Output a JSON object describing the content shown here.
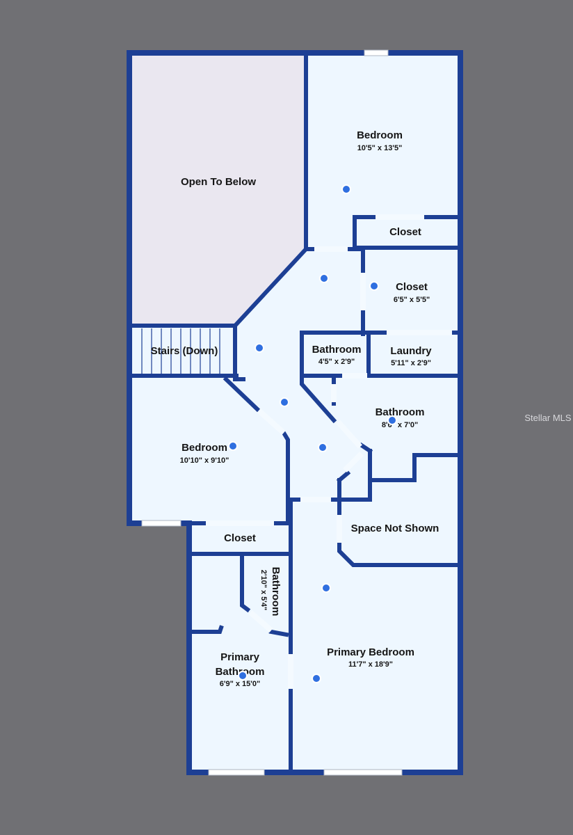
{
  "colors": {
    "background": "#707074",
    "floor": "#eef7ff",
    "open_area": "#eae7f0",
    "wall": "#1d3f94",
    "hotspot": "#2f6fe0"
  },
  "rooms": {
    "open_to_below": {
      "name": "Open To Below"
    },
    "bedroom_top": {
      "name": "Bedroom",
      "dims": "10'5\" x 13'5\""
    },
    "closet_top": {
      "name": "Closet"
    },
    "closet_mid": {
      "name": "Closet",
      "dims": "6'5\" x 5'5\""
    },
    "stairs": {
      "name": "Stairs (Down)"
    },
    "bathroom_small": {
      "name": "Bathroom",
      "dims": "4'5\" x 2'9\""
    },
    "laundry": {
      "name": "Laundry",
      "dims": "5'11\" x 2'9\""
    },
    "bathroom_mid": {
      "name": "Bathroom",
      "dims": "8'6\" x 7'0\""
    },
    "bedroom_left": {
      "name": "Bedroom",
      "dims": "10'10\" x 9'10\""
    },
    "space_not_shown": {
      "name": "Space Not Shown"
    },
    "closet_bottom": {
      "name": "Closet"
    },
    "bathroom_vertical": {
      "name": "Bathroom",
      "dims": "2'10\" x 5'4\""
    },
    "primary_bathroom": {
      "name_line1": "Primary",
      "name_line2": "Bathroom",
      "dims": "6'9\" x 15'0\""
    },
    "primary_bedroom": {
      "name": "Primary Bedroom",
      "dims": "11'7\" x 18'9\""
    }
  },
  "icons": {
    "hotspot": "camera-hotspot-icon",
    "window": "window-icon"
  },
  "watermark": "Stellar MLS"
}
